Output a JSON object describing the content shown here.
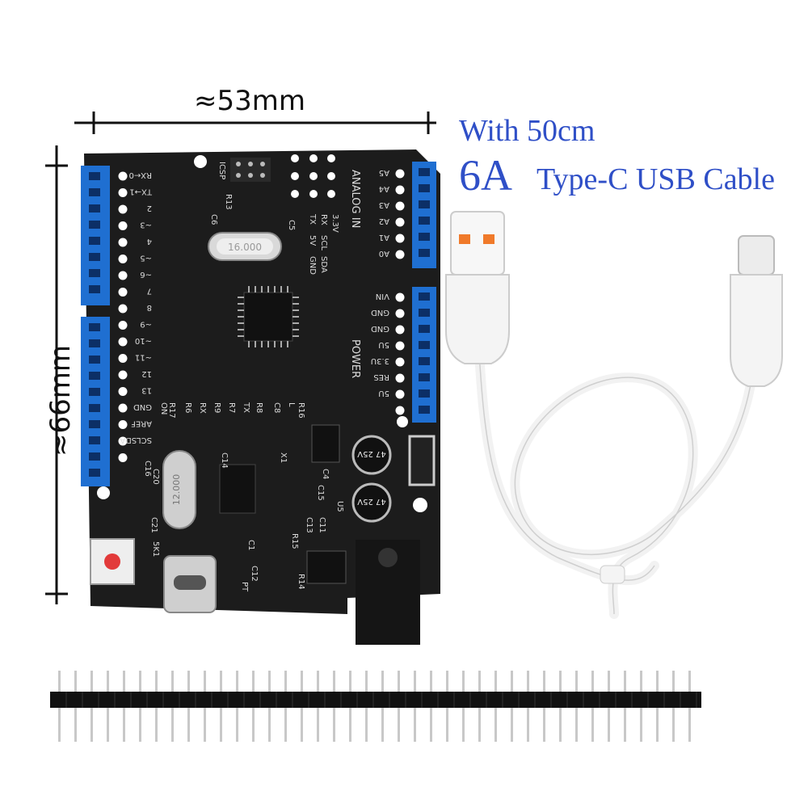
{
  "dimensions": {
    "width_label": "≈53mm",
    "height_label": "≈66mm"
  },
  "caption": {
    "line1": "With 50cm",
    "big": "6A",
    "line2_rest": "Type-C USB Cable"
  },
  "board": {
    "crystal_main": "16.000",
    "crystal_small": "12.000",
    "icsp_label": "ICSP",
    "analog_in_label": "ANALOG IN",
    "power_label": "POWER",
    "analog_pins": [
      "A5",
      "A4",
      "A3",
      "A2",
      "A1",
      "A0"
    ],
    "power_pins": [
      "VIN",
      "GND",
      "GND",
      "5U",
      "3.3U",
      "RES",
      "5U"
    ],
    "digital_pins": [
      "RX←0",
      "TX→1",
      "2",
      "~3",
      "4",
      "~5",
      "~6",
      "7",
      "8",
      "~9",
      "~10",
      "~11",
      "12",
      "13",
      "GND",
      "AREF",
      "SCLSDA"
    ],
    "cap_label": "47 25V",
    "components": [
      "C6",
      "C5",
      "R13",
      "R17",
      "R6",
      "R9",
      "R7",
      "R8",
      "C8",
      "R16",
      "C14",
      "C16",
      "C20",
      "C21",
      "C1",
      "C12",
      "R14",
      "R15",
      "C15",
      "C13",
      "C11",
      "C4",
      "X1",
      "U5",
      "5K1",
      "PT",
      "ON",
      "RX",
      "TX",
      "L"
    ],
    "header_labels": [
      "TX",
      "5V",
      "GND",
      "RX",
      "SCL",
      "SDA",
      "3.3V"
    ]
  },
  "colors": {
    "board": "#1c1c1c",
    "header_blue": "#1f6fd1",
    "caption_blue": "#2f4fc7",
    "cable_white": "#f2f2f2",
    "usb_orange": "#f07a2a"
  }
}
